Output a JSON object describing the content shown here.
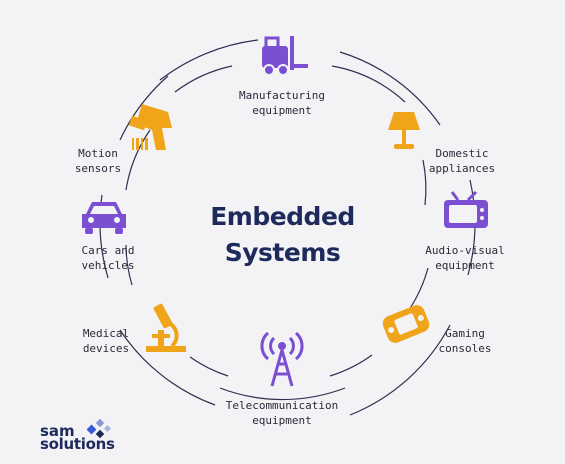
{
  "title": {
    "line1": "Embedded",
    "line2": "Systems"
  },
  "items": [
    {
      "line1": "Manufacturing",
      "line2": "equipment",
      "icon": "forklift-icon"
    },
    {
      "line1": "Domestic",
      "line2": "appliances",
      "icon": "lamp-icon"
    },
    {
      "line1": "Audio-visual",
      "line2": "equipment",
      "icon": "tv-icon"
    },
    {
      "line1": "Gaming",
      "line2": "consoles",
      "icon": "game-console-icon"
    },
    {
      "line1": "Telecommunication",
      "line2": "equipment",
      "icon": "antenna-tower-icon"
    },
    {
      "line1": "Medical",
      "line2": "devices",
      "icon": "microscope-icon"
    },
    {
      "line1": "Cars and",
      "line2": "vehicles",
      "icon": "car-icon"
    },
    {
      "line1": "Motion",
      "line2": "sensors",
      "icon": "barcode-scanner-icon"
    }
  ],
  "logo": {
    "line1": "sam",
    "line2": "solutions"
  },
  "colors": {
    "purple": "#7b4fd1",
    "orange": "#f0a419",
    "navy": "#1e2a5c"
  }
}
